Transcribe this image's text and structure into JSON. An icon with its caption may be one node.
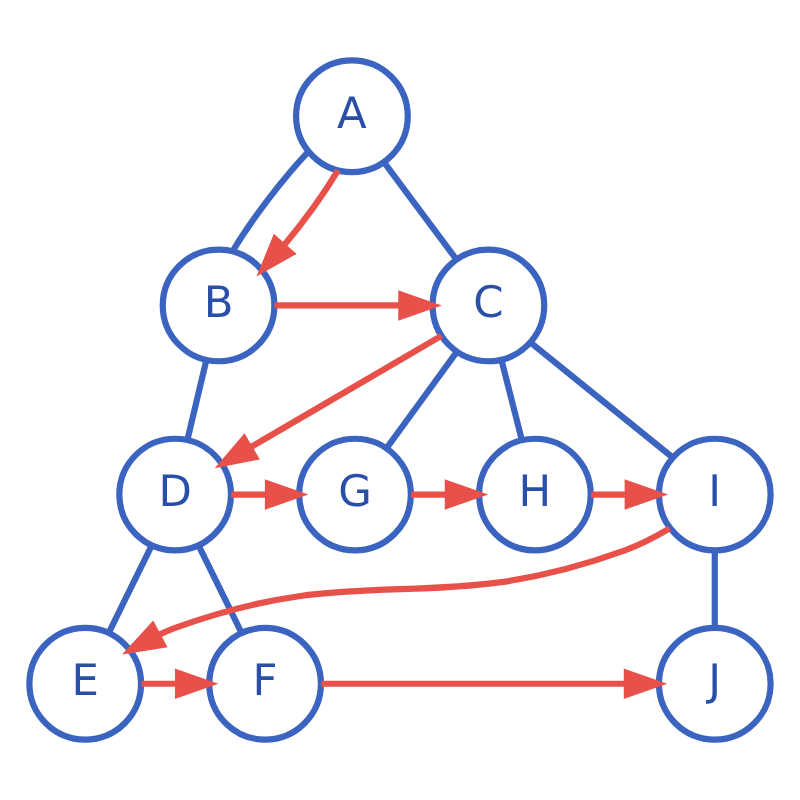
{
  "diagram": {
    "nodes": [
      {
        "text": [
          "A"
        ]
      },
      {
        "text": [
          "B"
        ]
      },
      {
        "text": [
          "C"
        ]
      },
      {
        "text": [
          "D"
        ]
      },
      {
        "text": [
          "E"
        ]
      },
      {
        "text": [
          "F"
        ]
      },
      {
        "text": [
          "G"
        ]
      },
      {
        "text": [
          "H"
        ]
      },
      {
        "text": [
          "I"
        ]
      },
      {
        "text": [
          "J"
        ]
      }
    ],
    "edges": [
      {
        "from": 0,
        "to": 1,
        "arrow": "none",
        "color": "#3a64c0"
      },
      {
        "from": 0,
        "to": 2,
        "arrow": "none",
        "color": "#3a64c0"
      },
      {
        "from": 1,
        "to": 3,
        "arrow": "none",
        "color": "#3a64c0"
      },
      {
        "from": 2,
        "to": 6,
        "arrow": "none",
        "color": "#3a64c0"
      },
      {
        "from": 2,
        "to": 7,
        "arrow": "none",
        "color": "#3a64c0"
      },
      {
        "from": 2,
        "to": 8,
        "arrow": "none",
        "color": "#3a64c0"
      },
      {
        "from": 3,
        "to": 4,
        "arrow": "none",
        "color": "#3a64c0"
      },
      {
        "from": 3,
        "to": 5,
        "arrow": "none",
        "color": "#3a64c0"
      },
      {
        "from": 8,
        "to": 9,
        "arrow": "none",
        "color": "#3a64c0"
      },
      {
        "from": 0,
        "to": 1,
        "arrow": "to",
        "color": "#e8504a"
      },
      {
        "from": 1,
        "to": 2,
        "arrow": "to",
        "color": "#e8504a"
      },
      {
        "from": 2,
        "to": 3,
        "arrow": "to",
        "color": "#e8504a"
      },
      {
        "from": 3,
        "to": 6,
        "arrow": "to",
        "color": "#e8504a"
      },
      {
        "from": 6,
        "to": 7,
        "arrow": "to",
        "color": "#e8504a"
      },
      {
        "from": 7,
        "to": 8,
        "arrow": "to",
        "color": "#e8504a"
      },
      {
        "from": 8,
        "to": 4,
        "arrow": "to",
        "color": "#e8504a"
      },
      {
        "from": 4,
        "to": 5,
        "arrow": "to",
        "color": "#e8504a"
      },
      {
        "from": 5,
        "to": 9,
        "arrow": "to",
        "color": "#e8504a"
      }
    ]
  }
}
